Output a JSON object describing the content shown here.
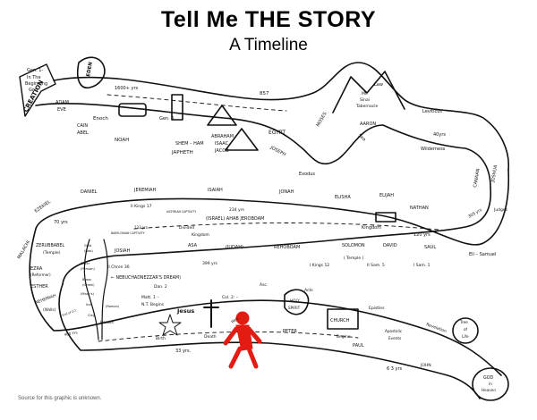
{
  "page": {
    "title": "Tell Me THE STORY",
    "subtitle": "A Timeline",
    "source_note": "Source for this graphic is unknown."
  },
  "colors": {
    "ink": "#111111",
    "walker": "#e31b12",
    "paper": "#ffffff"
  },
  "row1": {
    "gen1": "Gen. 1-",
    "beginning": [
      "In The",
      "Beginning",
      "God"
    ],
    "creation": "CREATION",
    "eden": "EDEN",
    "yrs_1600": "1600+ yrs",
    "adam": "ADAM",
    "eve": "EVE",
    "cain": "CAIN",
    "abel": "ABEL",
    "enoch": "Enoch",
    "noah": "NOAH",
    "gen6": "Gen. 6",
    "shem_ham": "SHEM – HAM",
    "japheth": "JAPHETH",
    "abraham": "ABRAHAM",
    "isaac": "ISAAC",
    "jacob": "JACOB",
    "joseph": "JOSEPH",
    "egypt": "EGYPT",
    "moses": "MOSES",
    "exodus": "Exodus",
    "sea": "Sea",
    "yrs_857": "857",
    "law": "Law",
    "sinai": [
      "Mt.",
      "Sinai",
      "Tabernacle"
    ],
    "aaron": "AARON",
    "leviticus": "Leviticus",
    "yrs_40": "40yrs",
    "wilderness": "Wilderness",
    "canaan": "CANAAN",
    "joshua": "JOSHUA",
    "judges": "Judges",
    "yrs_305": "305 yrs"
  },
  "row2": {
    "ezekiel": "EZEKIEL",
    "daniel": "DANIEL",
    "jeremiah": "JEREMIAH",
    "isaiah": "ISAIAH",
    "jonah": "JONAH",
    "elisha": "ELISHA",
    "elijah": "ELIJAH",
    "nathan": "NATHAN",
    "yrs_70": "70 yrs",
    "kings17": "II Kings 17",
    "assyrian": "ASSYRIAN CAPTIVITY",
    "yrs_234": "234 yrs",
    "israel": "(ISRAEL) AHAB JEROBOAM",
    "yrs_133": "133 yrs",
    "divided": "Divided",
    "kingdom_div": "Kingdom",
    "kingdom": "Kingdom",
    "yrs_120": "120 yrs",
    "babylonian": "BABYLONIAN CAPTIVITY",
    "josiah": "JOSIAH",
    "asa": "ASA",
    "judah": "(JUDAH)",
    "rehoboam": "REHOBOAM",
    "solomon": "SOLOMON",
    "david": "DAVID",
    "saul": "SAUL",
    "temple": "( Temple )",
    "eli_samuel": "Eli – Samuel",
    "malachi": "MALACHI",
    "zerubbabel": [
      "ZERUBBABEL",
      "(Temple)"
    ],
    "gold": [
      "Gold",
      "(Bab)"
    ],
    "silver": [
      "Silver",
      "(Persian)"
    ],
    "brass": [
      "Brass",
      "(Greek)"
    ],
    "macc": "(Macc's)",
    "iron": [
      "Iron",
      "(Roman)"
    ],
    "clay": "Clay",
    "herods": "Herods",
    "chron36": "II Chron 36",
    "yrs_399": "399 yrs",
    "kings12": "I Kings 12",
    "sam5": "II Sam. 5",
    "sam1": "I Sam. 1",
    "ezra": [
      "EZRA",
      "(Reformer)"
    ],
    "esther": "ESTHER",
    "nehemiah": [
      "NEHEMIAH",
      "(Walls)"
    ],
    "neb_dream": "← NEBUCHADNEZZAR'S DREAM)",
    "dan2": "Dan. 2",
    "end_ot": "End of O.T.",
    "yrs_400": "400 Yrs"
  },
  "row3": {
    "matt1": "Matt. 1 –",
    "nt_begins": "N.T. Begins",
    "jesus": "Jesus",
    "birth": "Birth",
    "yrs_33": "33 yrs.",
    "death": "Death",
    "col2": "Col. 2: –",
    "res": "Res.",
    "asc": "Asc.",
    "acts": "Acts",
    "holy_spirit": [
      "HOLY",
      "SPIRIT"
    ],
    "church": "CHURCH",
    "begins": "Begins",
    "peter": "PETER",
    "paul": "PAUL",
    "epistles": "Epistles",
    "apostolic": [
      "Apostolic",
      "Events"
    ],
    "revelation": "Revelation",
    "john": "JOHN",
    "yrs_63": "6 3 yrs",
    "tree": [
      "Tree",
      "of",
      "Life"
    ],
    "god_heaven": [
      "GOD",
      "in",
      "Heaven"
    ]
  }
}
